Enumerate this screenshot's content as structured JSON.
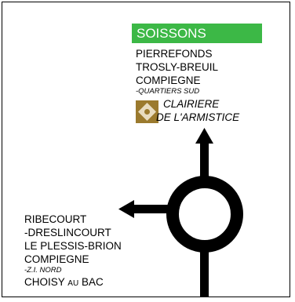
{
  "sign": {
    "colors": {
      "badge_bg": "#3cb846",
      "badge_text": "#ffffff",
      "text": "#000000",
      "tourism_icon_bg": "#9b7a2e"
    },
    "top": {
      "badge": "SOISSONS",
      "lines": [
        "PIERREFONDS",
        "TROSLY-BREUIL",
        "COMPIEGNE"
      ],
      "sub": "-QUARTIERS SUD",
      "tourism_line1": "CLAIRIERE",
      "tourism_line2": "DE L'ARMISTICE",
      "tourism_icon": "tourism-sight-icon"
    },
    "left": {
      "lines": [
        "RIBECOURT",
        "-DRESLINCOURT",
        "LE PLESSIS-BRION",
        "COMPIEGNE"
      ],
      "sub": "-Z.I. NORD",
      "last_prefix": "CHOISY",
      "last_small": "AU",
      "last_suffix": "BAC"
    }
  }
}
